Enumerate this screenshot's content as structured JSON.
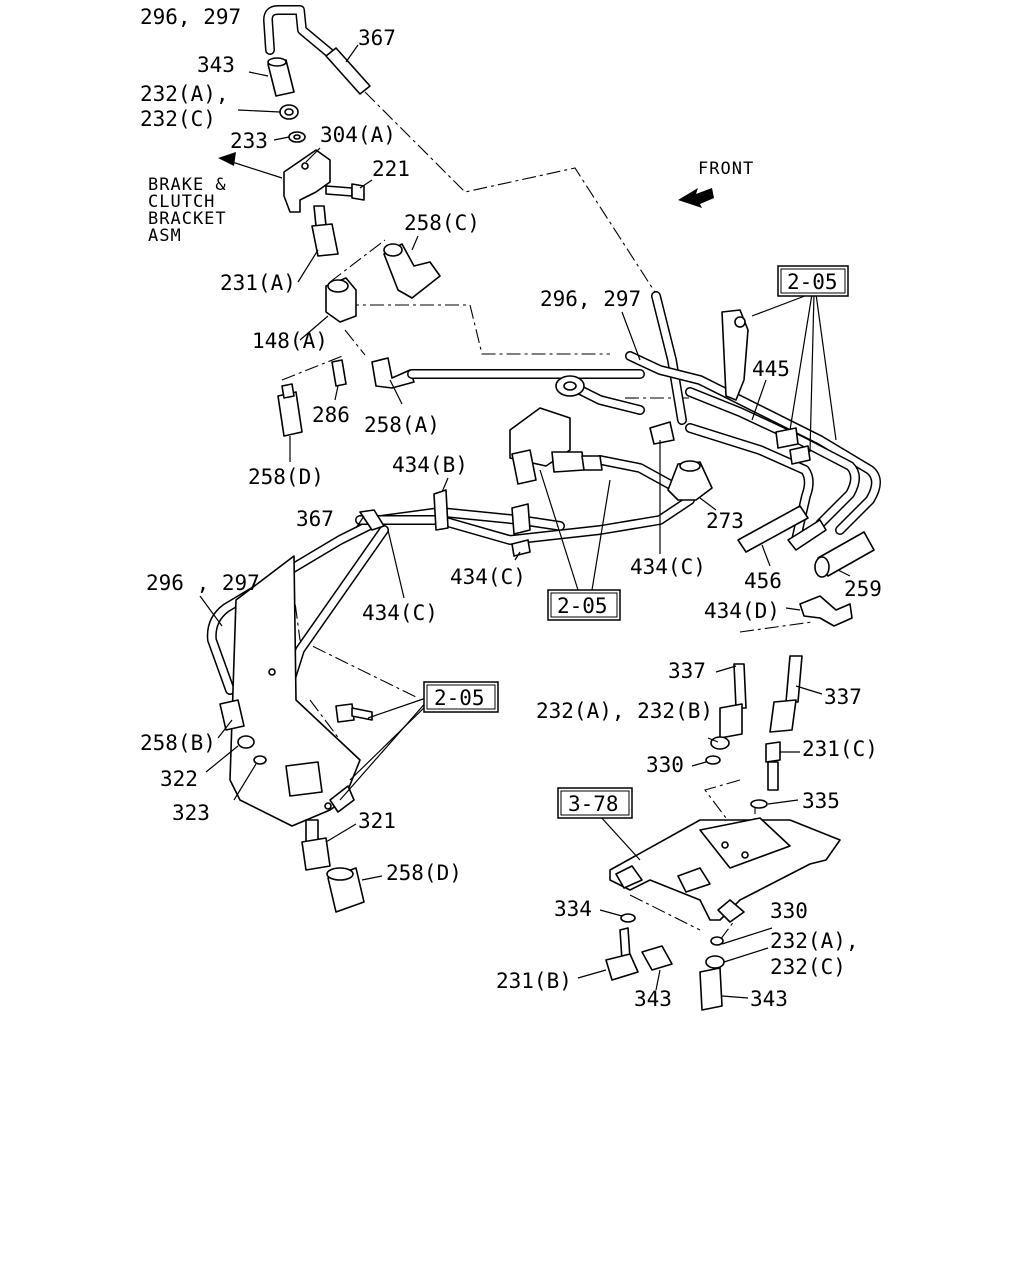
{
  "labels": {
    "l_296_297_top": "296, 297",
    "l_367_top": "367",
    "l_343_top": "343",
    "l_232a": "232(A),",
    "l_232c": "232(C)",
    "l_233": "233",
    "l_304a": "304(A)",
    "l_221": "221",
    "l_258c": "258(C)",
    "l_231a": "231(A)",
    "l_148a": "148(A)",
    "l_286": "286",
    "l_258a": "258(A)",
    "l_258d_top": "258(D)",
    "l_296_297_mid": "296, 297",
    "l_445": "445",
    "l_434b": "434(B)",
    "l_367_mid": "367",
    "l_273": "273",
    "l_434c_1": "434(C)",
    "l_434c_2": "434(C)",
    "l_434c_3": "434(C)",
    "l_296_297_left": "296 , 297",
    "l_456": "456",
    "l_259": "259",
    "l_434d": "434(D)",
    "l_337_left": "337",
    "l_337_right": "337",
    "l_232ab": "232(A), 232(B)",
    "l_231c": "231(C)",
    "l_330_top": "330",
    "l_335": "335",
    "l_258b": "258(B)",
    "l_322": "322",
    "l_323": "323",
    "l_321": "321",
    "l_258d_bot": "258(D)",
    "l_334": "334",
    "l_330_bot": "330",
    "l_232a_bot": "232(A),",
    "l_232c_bot": "232(C)",
    "l_231b": "231(B)",
    "l_343_bot1": "343",
    "l_343_bot2": "343"
  },
  "refs": {
    "ref_205_top": "2-05",
    "ref_205_mid": "2-05",
    "ref_205_left": "2-05",
    "ref_378": "3-78"
  },
  "notes": {
    "brake_line1": "BRAKE &",
    "brake_line2": "CLUTCH",
    "brake_line3": "BRACKET",
    "brake_line4": "ASM",
    "front": "FRONT"
  }
}
